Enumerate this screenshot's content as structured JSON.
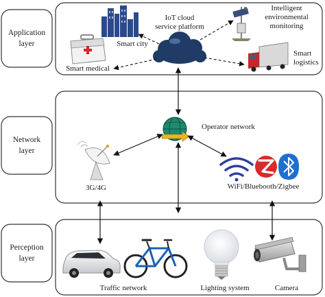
{
  "layers": {
    "application": [
      "Application",
      "layer"
    ],
    "network": [
      "Network",
      "layer"
    ],
    "perception": [
      "Perception",
      "layer"
    ]
  },
  "application": {
    "cloud": [
      "IoT cloud",
      "service platform"
    ],
    "smart_city": "Smart city",
    "environmental": [
      "Intelligent",
      "environmental",
      "monitoring"
    ],
    "smart_medical": "Smart medical",
    "smart_logistics": [
      "Smart",
      "logistics"
    ]
  },
  "network": {
    "operator": "Operator network",
    "cellular": "3G/4G",
    "wireless": "WiFi/Bluebooth/Zigbee"
  },
  "perception": {
    "traffic": "Traffic network",
    "lighting": "Lighting system",
    "camera": "Camera"
  },
  "colors": {
    "cloud": "#1f3b66",
    "building": "#2b4a8a",
    "globe": "#1e8a6e",
    "globe_arrow": "#f2b21b",
    "wifi": "#2e3f9e",
    "zigbee": "#d82b2b",
    "bluetooth": "#1d6fd1",
    "truck": "#c62828",
    "bike": "#1a5fb8",
    "dish": "#e0a020"
  }
}
